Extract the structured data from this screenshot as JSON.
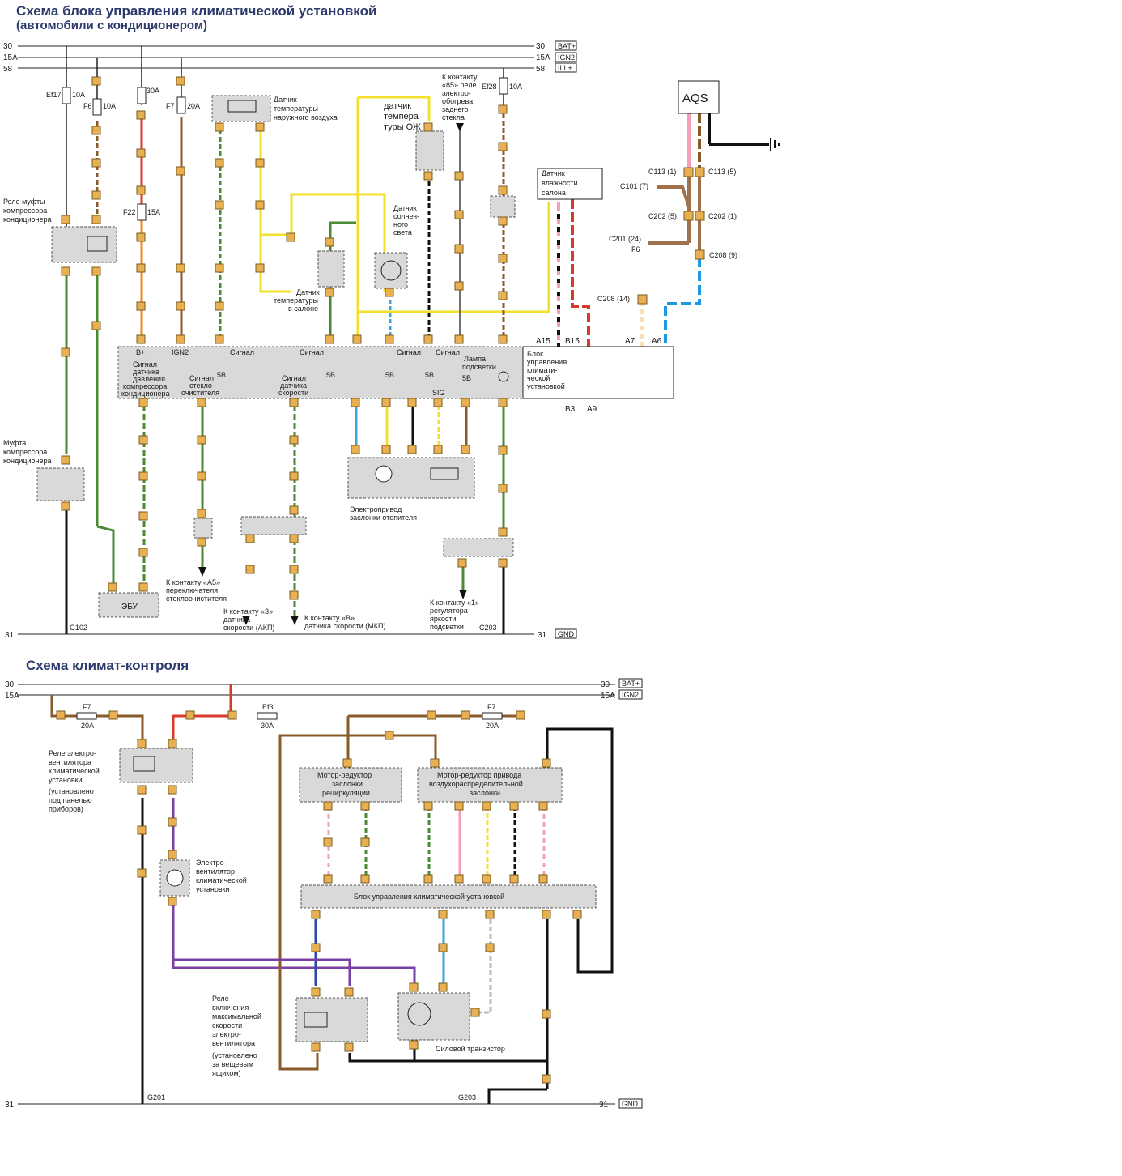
{
  "titles": {
    "top_line1": "Схема блока управления климатической установкой",
    "top_line2": "(автомобили с кондиционером)",
    "bottom": "Схема климат-контроля"
  },
  "rails_top": [
    {
      "left": "30",
      "right": "30",
      "tag": "BAT+"
    },
    {
      "left": "15A",
      "right": "15A",
      "tag": "IGN2"
    },
    {
      "left": "58",
      "right": "58",
      "tag": "ILL+"
    }
  ],
  "rails_bottom": [
    {
      "left": "30",
      "right": "30",
      "tag": "BAT+"
    },
    {
      "left": "15A",
      "right": "15A",
      "tag": "IGN2"
    }
  ],
  "gnd": {
    "left": "31",
    "right": "31",
    "tag": "GND"
  },
  "top_labels": {
    "ef17": "Ef17",
    "ef17_a": "10A",
    "f6": "F6",
    "f6_a": "10A",
    "f22": "F22",
    "f22_a": "15A",
    "f7": "F7",
    "f7_a": "20A",
    "ef28": "Ef28",
    "ef28_a": "10A",
    "c105_a": "30A",
    "relay_clutch": [
      "Реле муфты",
      "компрессора",
      "кондиционера"
    ],
    "clutch": [
      "Муфта",
      "компрессора",
      "кондиционера"
    ],
    "ecu": "ЭБУ",
    "outside_sensor": [
      "Датчик",
      "температуры",
      "наружного воздуха"
    ],
    "coolant_sensor": [
      "датчик",
      "темпера",
      "туры ОЖ"
    ],
    "rear_window": [
      "К контакту",
      "«85» реле",
      "электро-",
      "обогрева",
      "заднего",
      "стекла"
    ],
    "sun_sensor": [
      "Датчик",
      "солнеч-",
      "ного",
      "света"
    ],
    "cabin_sensor": [
      "Датчик",
      "температуры",
      "в салоне"
    ],
    "humidity_sensor": [
      "Датчик",
      "влажности",
      "салона"
    ],
    "aqs": "AQS",
    "ctrl_block": [
      "Блок",
      "управления",
      "климати-",
      "ческой",
      "установкой"
    ],
    "ctrl_inner": {
      "bplus": "B+",
      "ign2": "IGN2",
      "signal": "Сигнал",
      "v5": "5B",
      "lamp": "Лампа",
      "lamp2": "подсветки",
      "press": [
        "Сигнал",
        "датчика",
        "давления",
        "компрессора",
        "кондиционера"
      ],
      "wiper": [
        "Сигнал",
        "стекло-",
        "очистителя"
      ],
      "speed": [
        "Сигнал",
        "датчика",
        "скорости"
      ],
      "sig": "SIG"
    },
    "heater_act": [
      "Электропривод",
      "заслонки отопителя"
    ],
    "to_a5": [
      "К контакту «А5»",
      "переключателя",
      "стеклоочистителя"
    ],
    "to_3": [
      "К контакту «3»",
      "датчика",
      "скорости (АКП)"
    ],
    "to_b": [
      "К контакту «В»",
      "датчика скорости (МКП)"
    ],
    "to_1": [
      "К контакту «1»",
      "регулятора",
      "яркости",
      "подсветки"
    ],
    "aqs_conn": {
      "c113_1": "C113 (1)",
      "c113_5": "C113 (5)",
      "c101_7": "C101 (7)",
      "c202_5": "C202 (5)",
      "c202_1": "C202 (1)",
      "c201_24": "C201 (24)",
      "f6": "F6",
      "c208_9": "C208 (9)",
      "c208_14": "C208 (14)"
    },
    "pins_new": {
      "a15": "A15",
      "b15": "B15",
      "a7": "A7",
      "a6": "A6",
      "b3": "B3",
      "a9": "A9"
    },
    "grounds": {
      "g102": "G102",
      "c203": "C203"
    }
  },
  "bottom_labels": {
    "fan_relay": [
      "Реле электро-",
      "вентилятора",
      "климатической",
      "установки",
      "(установлено",
      "под панелью",
      "приборов)"
    ],
    "fan": [
      "Электро-",
      "вентилятор",
      "климатической",
      "установки"
    ],
    "recirc": [
      "Мотор-редуктор",
      "заслонки",
      "рециркуляции"
    ],
    "distrib": [
      "Мотор-редуктор привода",
      "воздухораспределительной",
      "заслонки"
    ],
    "block": "Блок управления климатической установкой",
    "max_relay": [
      "Реле",
      "включения",
      "максимальной",
      "скорости",
      "электро-",
      "вентилятора",
      "(установлено",
      "за вещевым",
      "ящиком)"
    ],
    "transistor": "Силовой транзистор",
    "f7": "F7",
    "f7_a": "20A",
    "ef3": "Ef3",
    "ef3_a": "30A",
    "grounds": {
      "g201": "G201",
      "g203": "G203"
    }
  },
  "colors": {
    "title": "#2c3a6b",
    "orange": "#f08a1c",
    "brown": "#8b5a2b",
    "red": "#d93a2b",
    "green": "#4a8a35",
    "yellow": "#f2e12a",
    "blue": "#3aa3e0",
    "pink": "#f4a0b8",
    "purple": "#7b3fa5",
    "black": "#111111",
    "connector": "#e8b050",
    "box": "#d9d9d9"
  }
}
